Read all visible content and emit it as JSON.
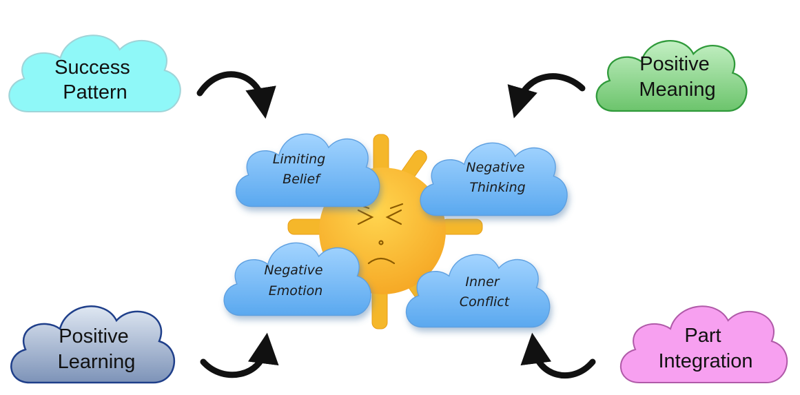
{
  "outer_clouds": {
    "success_pattern": {
      "line1": "Success",
      "line2": "Pattern",
      "color": "#8ff8f8"
    },
    "positive_meaning": {
      "line1": "Positive",
      "line2": "Meaning",
      "color": "#8fd68f"
    },
    "positive_learning": {
      "line1": "Positive",
      "line2": "Learning",
      "color": "#a9b9d3"
    },
    "part_integration": {
      "line1": "Part",
      "line2": "Integration",
      "color": "#f7a0f0"
    }
  },
  "inner_clouds": {
    "limiting_belief": {
      "line1": "Limiting",
      "line2": "Belief"
    },
    "negative_thinking": {
      "line1": "Negative",
      "line2": "Thinking"
    },
    "negative_emotion": {
      "line1": "Negative",
      "line2": "Emotion"
    },
    "inner_conflict": {
      "line1": "Inner",
      "line2": "Conflict"
    }
  },
  "colors": {
    "inner_cloud": "#79bdf5",
    "sun": "#fbc02d",
    "arrow": "#111111"
  }
}
